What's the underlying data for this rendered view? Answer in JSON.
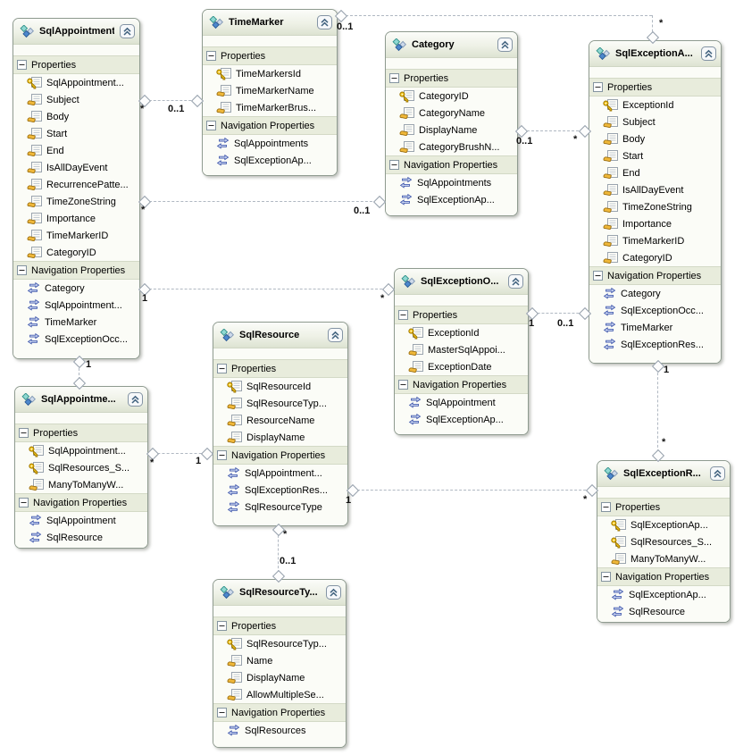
{
  "diagram": {
    "colors": {
      "canvas_bg": "#ffffff",
      "entity_border": "#8f9b90",
      "header_gradient_bottom": "#dde3d2",
      "section_bg": "#e8ecdc",
      "body_bg": "#fbfcf7",
      "connector": "#b0b8c2",
      "key_icon_gold": "#f5c518",
      "nav_icon_blue": "#3850a8",
      "entity_icon_teal": "#8fd8d2",
      "entity_icon_blue": "#4d88cc"
    },
    "section_labels": {
      "properties": "Properties",
      "navigation": "Navigation Properties"
    },
    "entities": [
      {
        "id": "sqlAppointment",
        "title": "SqlAppointment",
        "properties": [
          {
            "name": "SqlAppointment...",
            "icon": "key"
          },
          {
            "name": "Subject",
            "icon": "property"
          },
          {
            "name": "Body",
            "icon": "property"
          },
          {
            "name": "Start",
            "icon": "property"
          },
          {
            "name": "End",
            "icon": "property"
          },
          {
            "name": "IsAllDayEvent",
            "icon": "property"
          },
          {
            "name": "RecurrencePatte...",
            "icon": "property"
          },
          {
            "name": "TimeZoneString",
            "icon": "property"
          },
          {
            "name": "Importance",
            "icon": "property"
          },
          {
            "name": "TimeMarkerID",
            "icon": "property"
          },
          {
            "name": "CategoryID",
            "icon": "property"
          }
        ],
        "navigation": [
          "Category",
          "SqlAppointment...",
          "TimeMarker",
          "SqlExceptionOcc..."
        ]
      },
      {
        "id": "timeMarker",
        "title": "TimeMarker",
        "properties": [
          {
            "name": "TimeMarkersId",
            "icon": "key"
          },
          {
            "name": "TimeMarkerName",
            "icon": "property"
          },
          {
            "name": "TimeMarkerBrus...",
            "icon": "property"
          }
        ],
        "navigation": [
          "SqlAppointments",
          "SqlExceptionAp..."
        ]
      },
      {
        "id": "category",
        "title": "Category",
        "properties": [
          {
            "name": "CategoryID",
            "icon": "key"
          },
          {
            "name": "CategoryName",
            "icon": "property"
          },
          {
            "name": "DisplayName",
            "icon": "property"
          },
          {
            "name": "CategoryBrushN...",
            "icon": "property"
          }
        ],
        "navigation": [
          "SqlAppointments",
          "SqlExceptionAp..."
        ]
      },
      {
        "id": "sqlExceptionAppointment",
        "title": "SqlExceptionA...",
        "properties": [
          {
            "name": "ExceptionId",
            "icon": "key"
          },
          {
            "name": "Subject",
            "icon": "property"
          },
          {
            "name": "Body",
            "icon": "property"
          },
          {
            "name": "Start",
            "icon": "property"
          },
          {
            "name": "End",
            "icon": "property"
          },
          {
            "name": "IsAllDayEvent",
            "icon": "property"
          },
          {
            "name": "TimeZoneString",
            "icon": "property"
          },
          {
            "name": "Importance",
            "icon": "property"
          },
          {
            "name": "TimeMarkerID",
            "icon": "property"
          },
          {
            "name": "CategoryID",
            "icon": "property"
          }
        ],
        "navigation": [
          "Category",
          "SqlExceptionOcc...",
          "TimeMarker",
          "SqlExceptionRes..."
        ]
      },
      {
        "id": "sqlExceptionOccurrence",
        "title": "SqlExceptionO...",
        "properties": [
          {
            "name": "ExceptionId",
            "icon": "key"
          },
          {
            "name": "MasterSqlAppoi...",
            "icon": "property"
          },
          {
            "name": "ExceptionDate",
            "icon": "property"
          }
        ],
        "navigation": [
          "SqlAppointment",
          "SqlExceptionAp..."
        ]
      },
      {
        "id": "sqlResource",
        "title": "SqlResource",
        "properties": [
          {
            "name": "SqlResourceId",
            "icon": "key"
          },
          {
            "name": "SqlResourceTyp...",
            "icon": "property"
          },
          {
            "name": "ResourceName",
            "icon": "property"
          },
          {
            "name": "DisplayName",
            "icon": "property"
          }
        ],
        "navigation": [
          "SqlAppointment...",
          "SqlExceptionRes...",
          "SqlResourceType"
        ]
      },
      {
        "id": "sqlAppointmentResource",
        "title": "SqlAppointme...",
        "properties": [
          {
            "name": "SqlAppointment...",
            "icon": "key"
          },
          {
            "name": "SqlResources_S...",
            "icon": "key"
          },
          {
            "name": "ManyToManyW...",
            "icon": "property"
          }
        ],
        "navigation": [
          "SqlAppointment",
          "SqlResource"
        ]
      },
      {
        "id": "sqlResourceType",
        "title": "SqlResourceTy...",
        "properties": [
          {
            "name": "SqlResourceTyp...",
            "icon": "key"
          },
          {
            "name": "Name",
            "icon": "property"
          },
          {
            "name": "DisplayName",
            "icon": "property"
          },
          {
            "name": "AllowMultipleSe...",
            "icon": "property"
          }
        ],
        "navigation": [
          "SqlResources"
        ]
      },
      {
        "id": "sqlExceptionResource",
        "title": "SqlExceptionR...",
        "properties": [
          {
            "name": "SqlExceptionAp...",
            "icon": "key"
          },
          {
            "name": "SqlResources_S...",
            "icon": "key"
          },
          {
            "name": "ManyToManyW...",
            "icon": "property"
          }
        ],
        "navigation": [
          "SqlExceptionAp...",
          "SqlResource"
        ]
      }
    ],
    "connectors": [
      {
        "id": "appointment-timemarker",
        "end1": "*",
        "end2": "0..1"
      },
      {
        "id": "timemarker-exceptionappointment",
        "end1": "0..1",
        "end2": "*"
      },
      {
        "id": "appointment-category",
        "end1": "*",
        "end2": "0..1"
      },
      {
        "id": "appointment-exceptionoccurrence",
        "end1": "1",
        "end2": "*"
      },
      {
        "id": "category-exceptionappointment",
        "end1": "0..1",
        "end2": "*"
      },
      {
        "id": "exceptionoccurrence-exceptionappointment",
        "end1": "1",
        "end2": "0..1"
      },
      {
        "id": "appointment-appointmentresource",
        "end1": "1",
        "end2": ""
      },
      {
        "id": "appointmentresource-resource",
        "end1": "*",
        "end2": "1"
      },
      {
        "id": "resource-exceptionresource",
        "end1": "1",
        "end2": "*"
      },
      {
        "id": "resource-resourcetype",
        "end1": "*",
        "end2": "0..1"
      },
      {
        "id": "exceptionappointment-exceptionresource",
        "end1": "1",
        "end2": "*"
      }
    ]
  }
}
